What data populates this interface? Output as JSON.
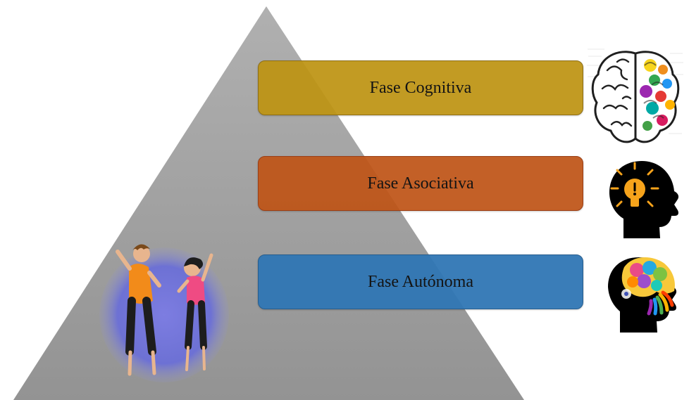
{
  "diagram": {
    "phases": [
      {
        "label": "Fase Cognitiva",
        "color": "#bd9312"
      },
      {
        "label": "Fase Asociativa",
        "color": "#be5417"
      },
      {
        "label": "Fase Autónoma",
        "color": "#2f76b4"
      }
    ],
    "pyramid_color": "#9d9d9d",
    "icons": [
      "people-stretching-icon",
      "brain-sketch-icon",
      "head-lightbulb-icon",
      "head-colorful-mind-icon"
    ]
  }
}
